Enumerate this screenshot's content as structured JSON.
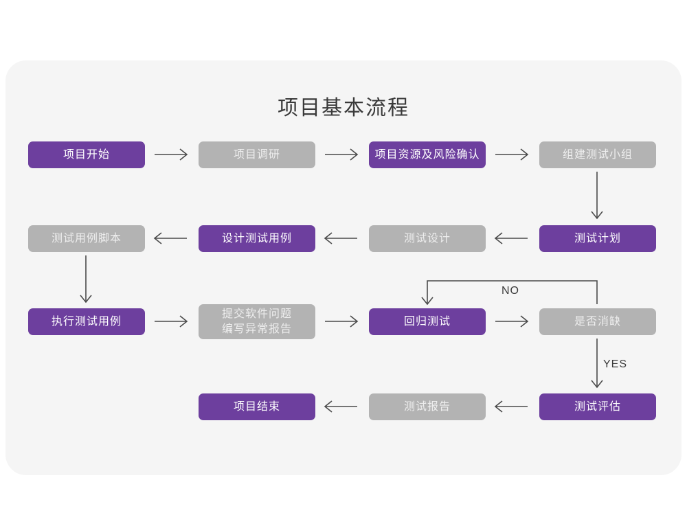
{
  "diagram": {
    "title": "项目基本流程",
    "background_color": "#ffffff",
    "panel_color": "#f5f5f5",
    "accent_color": "#6d3f9e",
    "muted_color": "#b3b3b3",
    "edge_color": "#4a4a4a",
    "nodes": [
      {
        "id": "n1",
        "label": "项目开始",
        "style": "purple",
        "row": 1,
        "col": 1
      },
      {
        "id": "n2",
        "label": "项目调研",
        "style": "gray",
        "row": 1,
        "col": 2
      },
      {
        "id": "n3",
        "label": "项目资源及风险确认",
        "style": "purple",
        "row": 1,
        "col": 3
      },
      {
        "id": "n4",
        "label": "组建测试小组",
        "style": "gray",
        "row": 1,
        "col": 4
      },
      {
        "id": "n5",
        "label": "测试用例脚本",
        "style": "gray",
        "row": 2,
        "col": 1
      },
      {
        "id": "n6",
        "label": "设计测试用例",
        "style": "purple",
        "row": 2,
        "col": 2
      },
      {
        "id": "n7",
        "label": "测试设计",
        "style": "gray",
        "row": 2,
        "col": 3
      },
      {
        "id": "n8",
        "label": "测试计划",
        "style": "purple",
        "row": 2,
        "col": 4
      },
      {
        "id": "n9",
        "label": "执行测试用例",
        "style": "purple",
        "row": 3,
        "col": 1
      },
      {
        "id": "n10",
        "label": "提交软件问题\n编写异常报告",
        "style": "gray",
        "row": 3,
        "col": 2
      },
      {
        "id": "n11",
        "label": "回归测试",
        "style": "purple",
        "row": 3,
        "col": 3
      },
      {
        "id": "n12",
        "label": "是否消缺",
        "style": "gray",
        "row": 3,
        "col": 4
      },
      {
        "id": "n13",
        "label": "项目结束",
        "style": "purple",
        "row": 4,
        "col": 2
      },
      {
        "id": "n14",
        "label": "测试报告",
        "style": "gray",
        "row": 4,
        "col": 3
      },
      {
        "id": "n15",
        "label": "测试评估",
        "style": "purple",
        "row": 4,
        "col": 4
      }
    ],
    "edges": [
      {
        "id": "e1",
        "from": "n1",
        "to": "n2",
        "direction": "right",
        "label": ""
      },
      {
        "id": "e2",
        "from": "n2",
        "to": "n3",
        "direction": "right",
        "label": ""
      },
      {
        "id": "e3",
        "from": "n3",
        "to": "n4",
        "direction": "right",
        "label": ""
      },
      {
        "id": "e4",
        "from": "n4",
        "to": "n8",
        "direction": "down",
        "label": ""
      },
      {
        "id": "e5",
        "from": "n8",
        "to": "n7",
        "direction": "left",
        "label": ""
      },
      {
        "id": "e6",
        "from": "n7",
        "to": "n6",
        "direction": "left",
        "label": ""
      },
      {
        "id": "e7",
        "from": "n6",
        "to": "n5",
        "direction": "left",
        "label": ""
      },
      {
        "id": "e8",
        "from": "n5",
        "to": "n9",
        "direction": "down",
        "label": ""
      },
      {
        "id": "e9",
        "from": "n9",
        "to": "n10",
        "direction": "right",
        "label": ""
      },
      {
        "id": "e10",
        "from": "n10",
        "to": "n11",
        "direction": "right",
        "label": ""
      },
      {
        "id": "e11",
        "from": "n11",
        "to": "n12",
        "direction": "right",
        "label": ""
      },
      {
        "id": "e12",
        "from": "n12",
        "to": "n11",
        "direction": "loop-up-left",
        "label": "NO"
      },
      {
        "id": "e13",
        "from": "n12",
        "to": "n15",
        "direction": "down",
        "label": "YES"
      },
      {
        "id": "e14",
        "from": "n15",
        "to": "n14",
        "direction": "left",
        "label": ""
      },
      {
        "id": "e15",
        "from": "n14",
        "to": "n13",
        "direction": "left",
        "label": ""
      }
    ],
    "edge_labels": {
      "no": "NO",
      "yes": "YES"
    }
  }
}
